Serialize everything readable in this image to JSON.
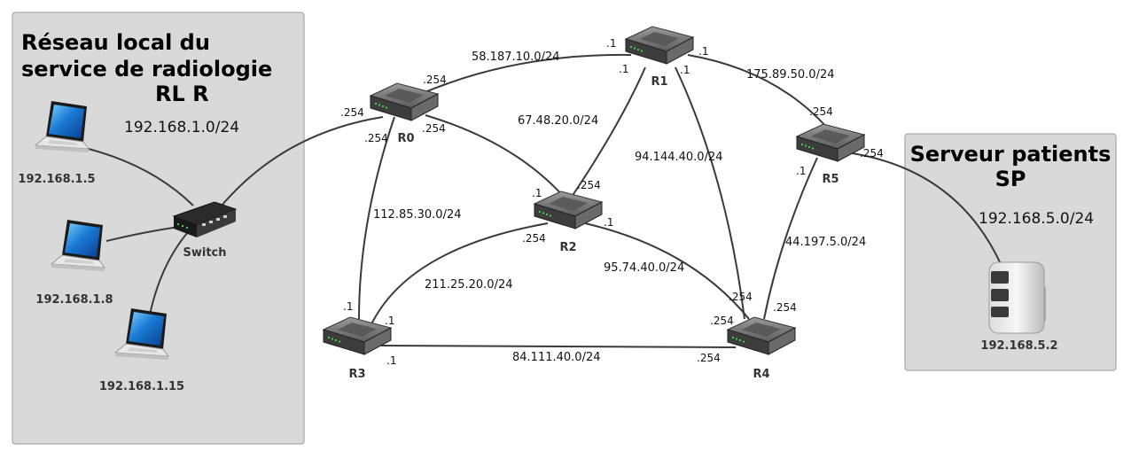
{
  "zones": {
    "lan": {
      "title_lines": [
        "Réseau local du",
        "service de radiologie"
      ],
      "code": "RL R",
      "subnet": "192.168.1.0/24",
      "fill": "#d9d9d9"
    },
    "server": {
      "title_lines": [
        "Serveur patients"
      ],
      "code": "SP",
      "subnet": "192.168.5.0/24",
      "fill": "#d9d9d9"
    }
  },
  "routers": {
    "r0": "R0",
    "r1": "R1",
    "r2": "R2",
    "r3": "R3",
    "r4": "R4",
    "r5": "R5"
  },
  "switch": {
    "label": "Switch"
  },
  "hosts": {
    "laptop_1": "192.168.1.5",
    "laptop_2": "192.168.1.8",
    "laptop_3": "192.168.1.15",
    "server": "192.168.5.2"
  },
  "networks": {
    "r0_r1": "58.187.10.0/24",
    "r1_r2": "67.48.20.0/24",
    "r1_r5": "175.89.50.0/24",
    "r1_r4": "94.144.40.0/24",
    "r0_r3": "112.85.30.0/24",
    "r2_r3": "211.25.20.0/24",
    "r2_r4": "95.74.40.0/24",
    "r5_r4": "44.197.5.0/24",
    "r3_r4": "84.111.40.0/24"
  },
  "interfaces": {
    "r0_r1": ".254",
    "r0_lan": ".254",
    "r0_r3": ".254",
    "r0_r2": ".254",
    "r1_r0": ".1",
    "r1_r2": ".1",
    "r1_r4": ".1",
    "r1_r5": ".1",
    "r2_r1": ".254",
    "r2_r0": ".1",
    "r2_r3": ".254",
    "r2_r4": ".1",
    "r3_r0": ".1",
    "r3_r2": ".1",
    "r3_r4": ".1",
    "r4_r1": ".254",
    "r4_r2": ".254",
    "r4_r5": ".254",
    "r4_r3": ".254",
    "r5_r1": ".254",
    "r5_r4": ".1",
    "r5_sp": ".254"
  },
  "colors": {
    "link": "#3a3a3a",
    "router_body": "#4a4a4a",
    "router_top": "#8a8a8a",
    "screen": "#1a7ad4",
    "led": "#3fd04a"
  }
}
